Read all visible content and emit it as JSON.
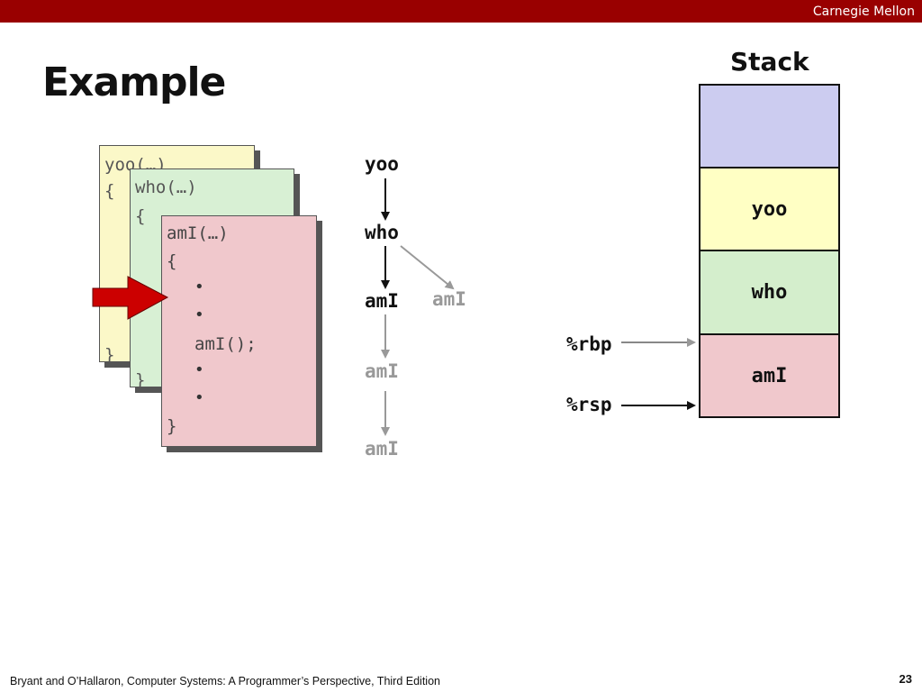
{
  "header": {
    "institution": "Carnegie Mellon"
  },
  "slide": {
    "title": "Example"
  },
  "code_cards": {
    "yoo": {
      "signature": "yoo(…)",
      "open_brace": "{",
      "close_brace": "}"
    },
    "who": {
      "signature": "who(…)",
      "open_brace": "{",
      "close_brace": "}"
    },
    "amI": {
      "signature": "amI(…)",
      "open_brace": "{",
      "bullet": "•",
      "call": "amI();",
      "close_brace": "}"
    }
  },
  "call_tree": {
    "root": "yoo",
    "child": "who",
    "active": "amI",
    "sibling": "amI",
    "next": "amI",
    "last": "amI"
  },
  "stack": {
    "title": "Stack",
    "frames": [
      "",
      "yoo",
      "who",
      "amI"
    ],
    "frame_colors": [
      "#ccccf0",
      "#ffffc4",
      "#d4eecc",
      "#f0c8cc"
    ]
  },
  "registers": {
    "rbp": "%rbp",
    "rsp": "%rsp"
  },
  "colors": {
    "brand": "#990000",
    "pointer_arrow": "#cc0000",
    "yoo_card": "#fbf8c8",
    "who_card": "#d8f0d4",
    "ami_card": "#f0c8cc"
  },
  "footer": {
    "citation": "Bryant and O’Hallaron, Computer Systems: A Programmer’s Perspective, Third Edition",
    "page": "23"
  }
}
